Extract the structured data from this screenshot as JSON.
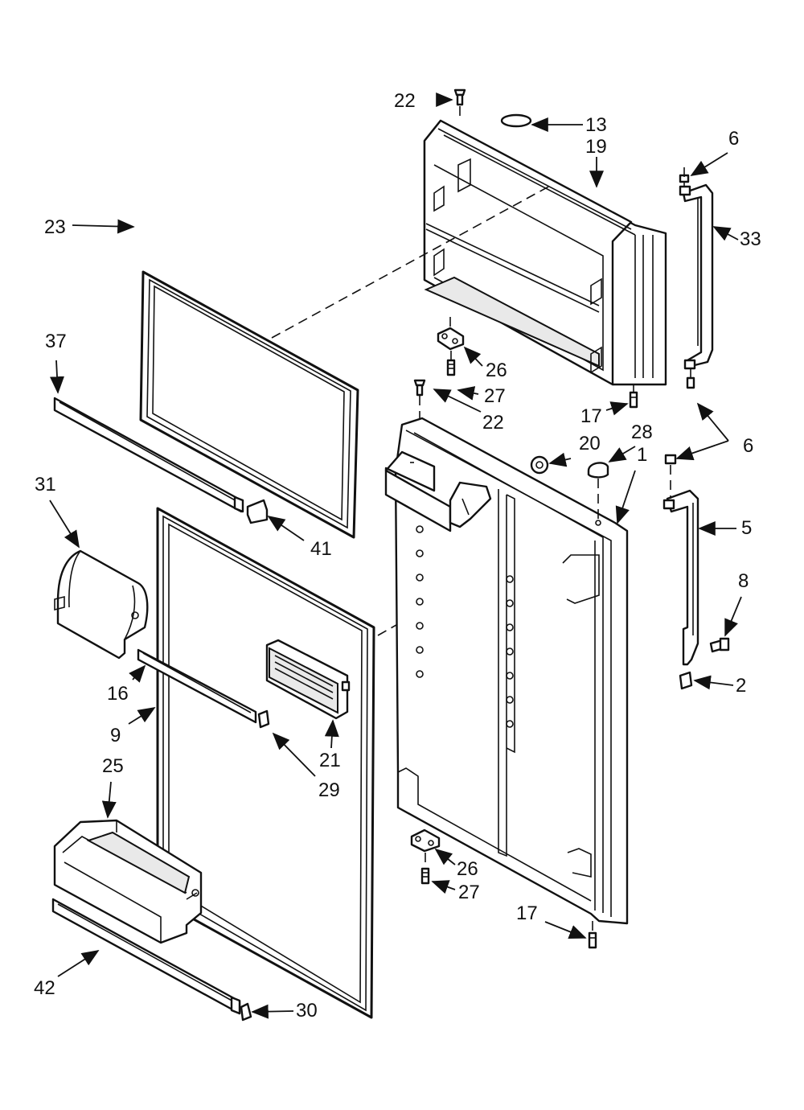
{
  "callouts": {
    "c1": "1",
    "c2": "2",
    "c5": "5",
    "c6a": "6",
    "c6b": "6",
    "c8": "8",
    "c9": "9",
    "c13": "13",
    "c16": "16",
    "c17a": "17",
    "c17b": "17",
    "c19": "19",
    "c20": "20",
    "c21": "21",
    "c22a": "22",
    "c22b": "22",
    "c23": "23",
    "c25": "25",
    "c26a": "26",
    "c26b": "26",
    "c27a": "27",
    "c27b": "27",
    "c28": "28",
    "c29": "29",
    "c30": "30",
    "c31": "31",
    "c33": "33",
    "c37": "37",
    "c41": "41",
    "c42": "42"
  }
}
